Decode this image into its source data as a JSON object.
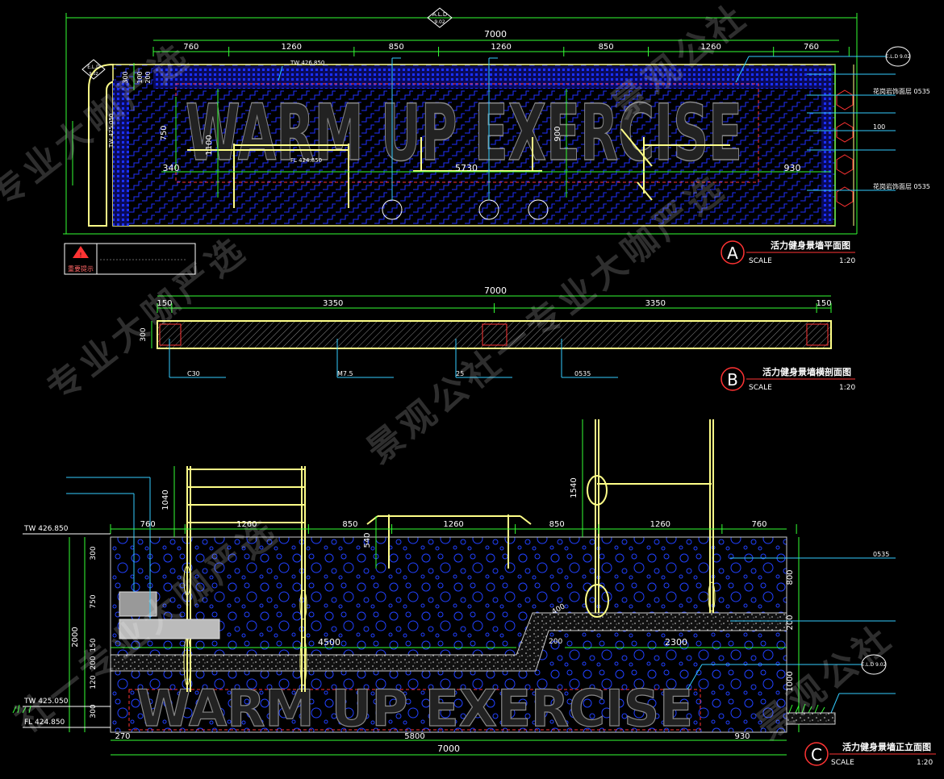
{
  "plan_a": {
    "overall": "7000",
    "segments": [
      "760",
      "1260",
      "850",
      "1260",
      "850",
      "1260",
      "760"
    ],
    "dims_left": [
      "300",
      "100",
      "200"
    ],
    "inner_dims": [
      "750",
      "1100",
      "900"
    ],
    "bottom_dims": [
      "340",
      "5730",
      "930"
    ],
    "tw": "TW 426.850",
    "tw_left": "TW 425.050",
    "fl": "FL 424.850",
    "stone_text": "WARM UP EXERCISE",
    "callouts": [
      "E.L.D 9.02",
      "E.L.D 9.02"
    ],
    "notes": [
      "",
      "花岗岩饰面层 0535",
      "",
      "100",
      "",
      "花岗岩饰面层 0535"
    ],
    "title_letter": "A",
    "title": "活力健身景墙平面图",
    "scale_label": "SCALE",
    "scale_value": "1:20",
    "warning_label": "重要提示"
  },
  "section_b": {
    "overall": "7000",
    "segments": [
      "150",
      "3350",
      "3350",
      "150"
    ],
    "left_dim": "300",
    "labels": [
      "C30",
      "M7.5",
      "25",
      "0535"
    ],
    "title_letter": "B",
    "title": "活力健身景墙横剖面图",
    "scale_label": "SCALE",
    "scale_value": "1:20"
  },
  "elev_c": {
    "top_segments": [
      "760",
      "1260",
      "850",
      "1260",
      "850",
      "1260",
      "760"
    ],
    "bar_heights": [
      "1040",
      "540",
      "1540"
    ],
    "left_dims": [
      "300",
      "750",
      "150",
      "200",
      "120",
      "300"
    ],
    "left_total": "2000",
    "right_dims": [
      "800",
      "200",
      "1000"
    ],
    "tw_top": "TW 426.850",
    "tw_low": "TW 425.050",
    "fl": "FL 424.850",
    "mid_dims": [
      "4500",
      "400",
      "200",
      "2300"
    ],
    "bottom_dims": [
      "270",
      "5800",
      "930"
    ],
    "overall": "7000",
    "stone_text": "WARM UP EXERCISE",
    "right_notes": [
      "0535",
      ""
    ],
    "callout": "E.L.D 9.02",
    "title_letter": "C",
    "title": "活力健身景墙正立面图",
    "scale_label": "SCALE",
    "scale_value": "1:20"
  },
  "top_callout": "A.L.D 9.02",
  "watermarks": [
    "专业大咖严选",
    "景观公社",
    "专业大咖严选",
    "景观公社一专业大咖严选",
    "社一专业大咖严选",
    "景观公社"
  ],
  "colors": {
    "dim": "#33ff33",
    "wall": "#ffff88",
    "brick": "#2030ff",
    "leader": "#33ccff",
    "red": "#ff3333",
    "white": "#ffffff"
  }
}
